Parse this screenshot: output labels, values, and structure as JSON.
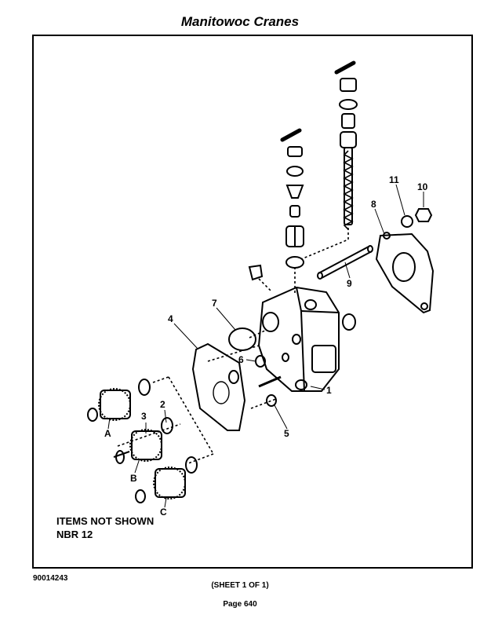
{
  "header": {
    "title": "Manitowoc Cranes"
  },
  "callouts": {
    "c1": "1",
    "c2": "2",
    "c3": "3",
    "c4": "4",
    "c5": "5",
    "c6": "6",
    "c7": "7",
    "c8": "8",
    "c9": "9",
    "c10": "10",
    "c11": "11",
    "cA": "A",
    "cB": "B",
    "cC": "C"
  },
  "notes": {
    "line1": "ITEMS NOT SHOWN",
    "line2": "NBR 12"
  },
  "footer": {
    "doc_number": "90014243",
    "sheet": "(SHEET 1 OF 1)",
    "page": "Page 640"
  }
}
